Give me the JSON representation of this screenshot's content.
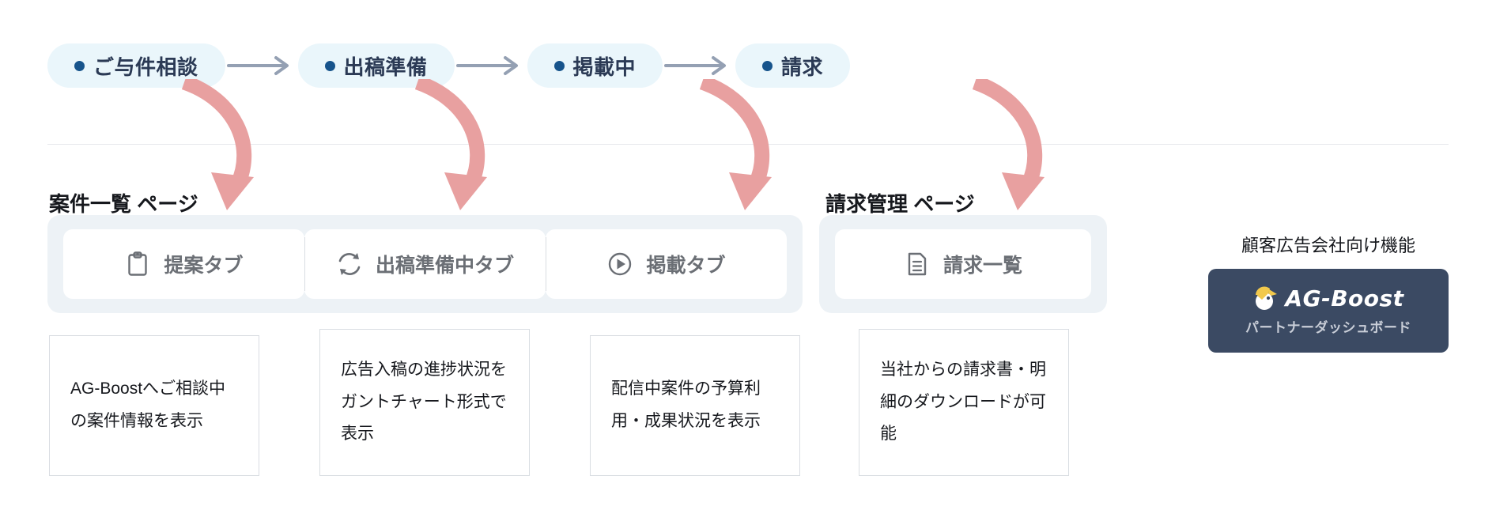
{
  "colors": {
    "pill_bg": "#eaf6fb",
    "pill_dot": "#17548c",
    "pill_text": "#2b3a55",
    "straight_arrow": "#94a0b3",
    "curved_arrow": "#e8a0a0",
    "tab_group_bg": "#edf2f6",
    "tab_card_bg": "#ffffff",
    "tab_label": "#6b6f75",
    "desc_border": "#d9dde2",
    "promo_card_bg": "#3b4a63",
    "promo_sub_text": "#c9ced8",
    "logo_yellow": "#f2c94c",
    "divider": "#e6e8ec"
  },
  "flow": {
    "stages": [
      {
        "label": "ご与件相談",
        "dot": "bullet-dot"
      },
      {
        "label": "出稿準備",
        "dot": "bullet-dot"
      },
      {
        "label": "掲載中",
        "dot": "bullet-dot"
      },
      {
        "label": "請求",
        "dot": "bullet-dot"
      }
    ],
    "connector_icon": "arrow-right-icon"
  },
  "groups": [
    {
      "title": "案件一覧 ページ",
      "tabs": [
        {
          "label": "提案タブ",
          "icon": "clipboard-icon"
        },
        {
          "label": "出稿準備中タブ",
          "icon": "sync-refresh-icon"
        },
        {
          "label": "掲載タブ",
          "icon": "play-circle-icon"
        }
      ]
    },
    {
      "title": "請求管理 ページ",
      "tabs": [
        {
          "label": "請求一覧",
          "icon": "document-lines-icon"
        }
      ]
    }
  ],
  "descriptions": [
    {
      "text": "AG-Boostへご相談中の案件情報を表示"
    },
    {
      "text": "広告入稿の進捗状況をガントチャート形式で表示"
    },
    {
      "text": "配信中案件の予算利用・成果状況を表示"
    },
    {
      "text": "当社からの請求書・明細のダウンロードが可能"
    }
  ],
  "promo": {
    "caption": "顧客広告会社向け機能",
    "logo_icon": "ag-boost-bird-logo",
    "wordmark": "AG-Boost",
    "subtitle": "パートナーダッシュボード"
  }
}
